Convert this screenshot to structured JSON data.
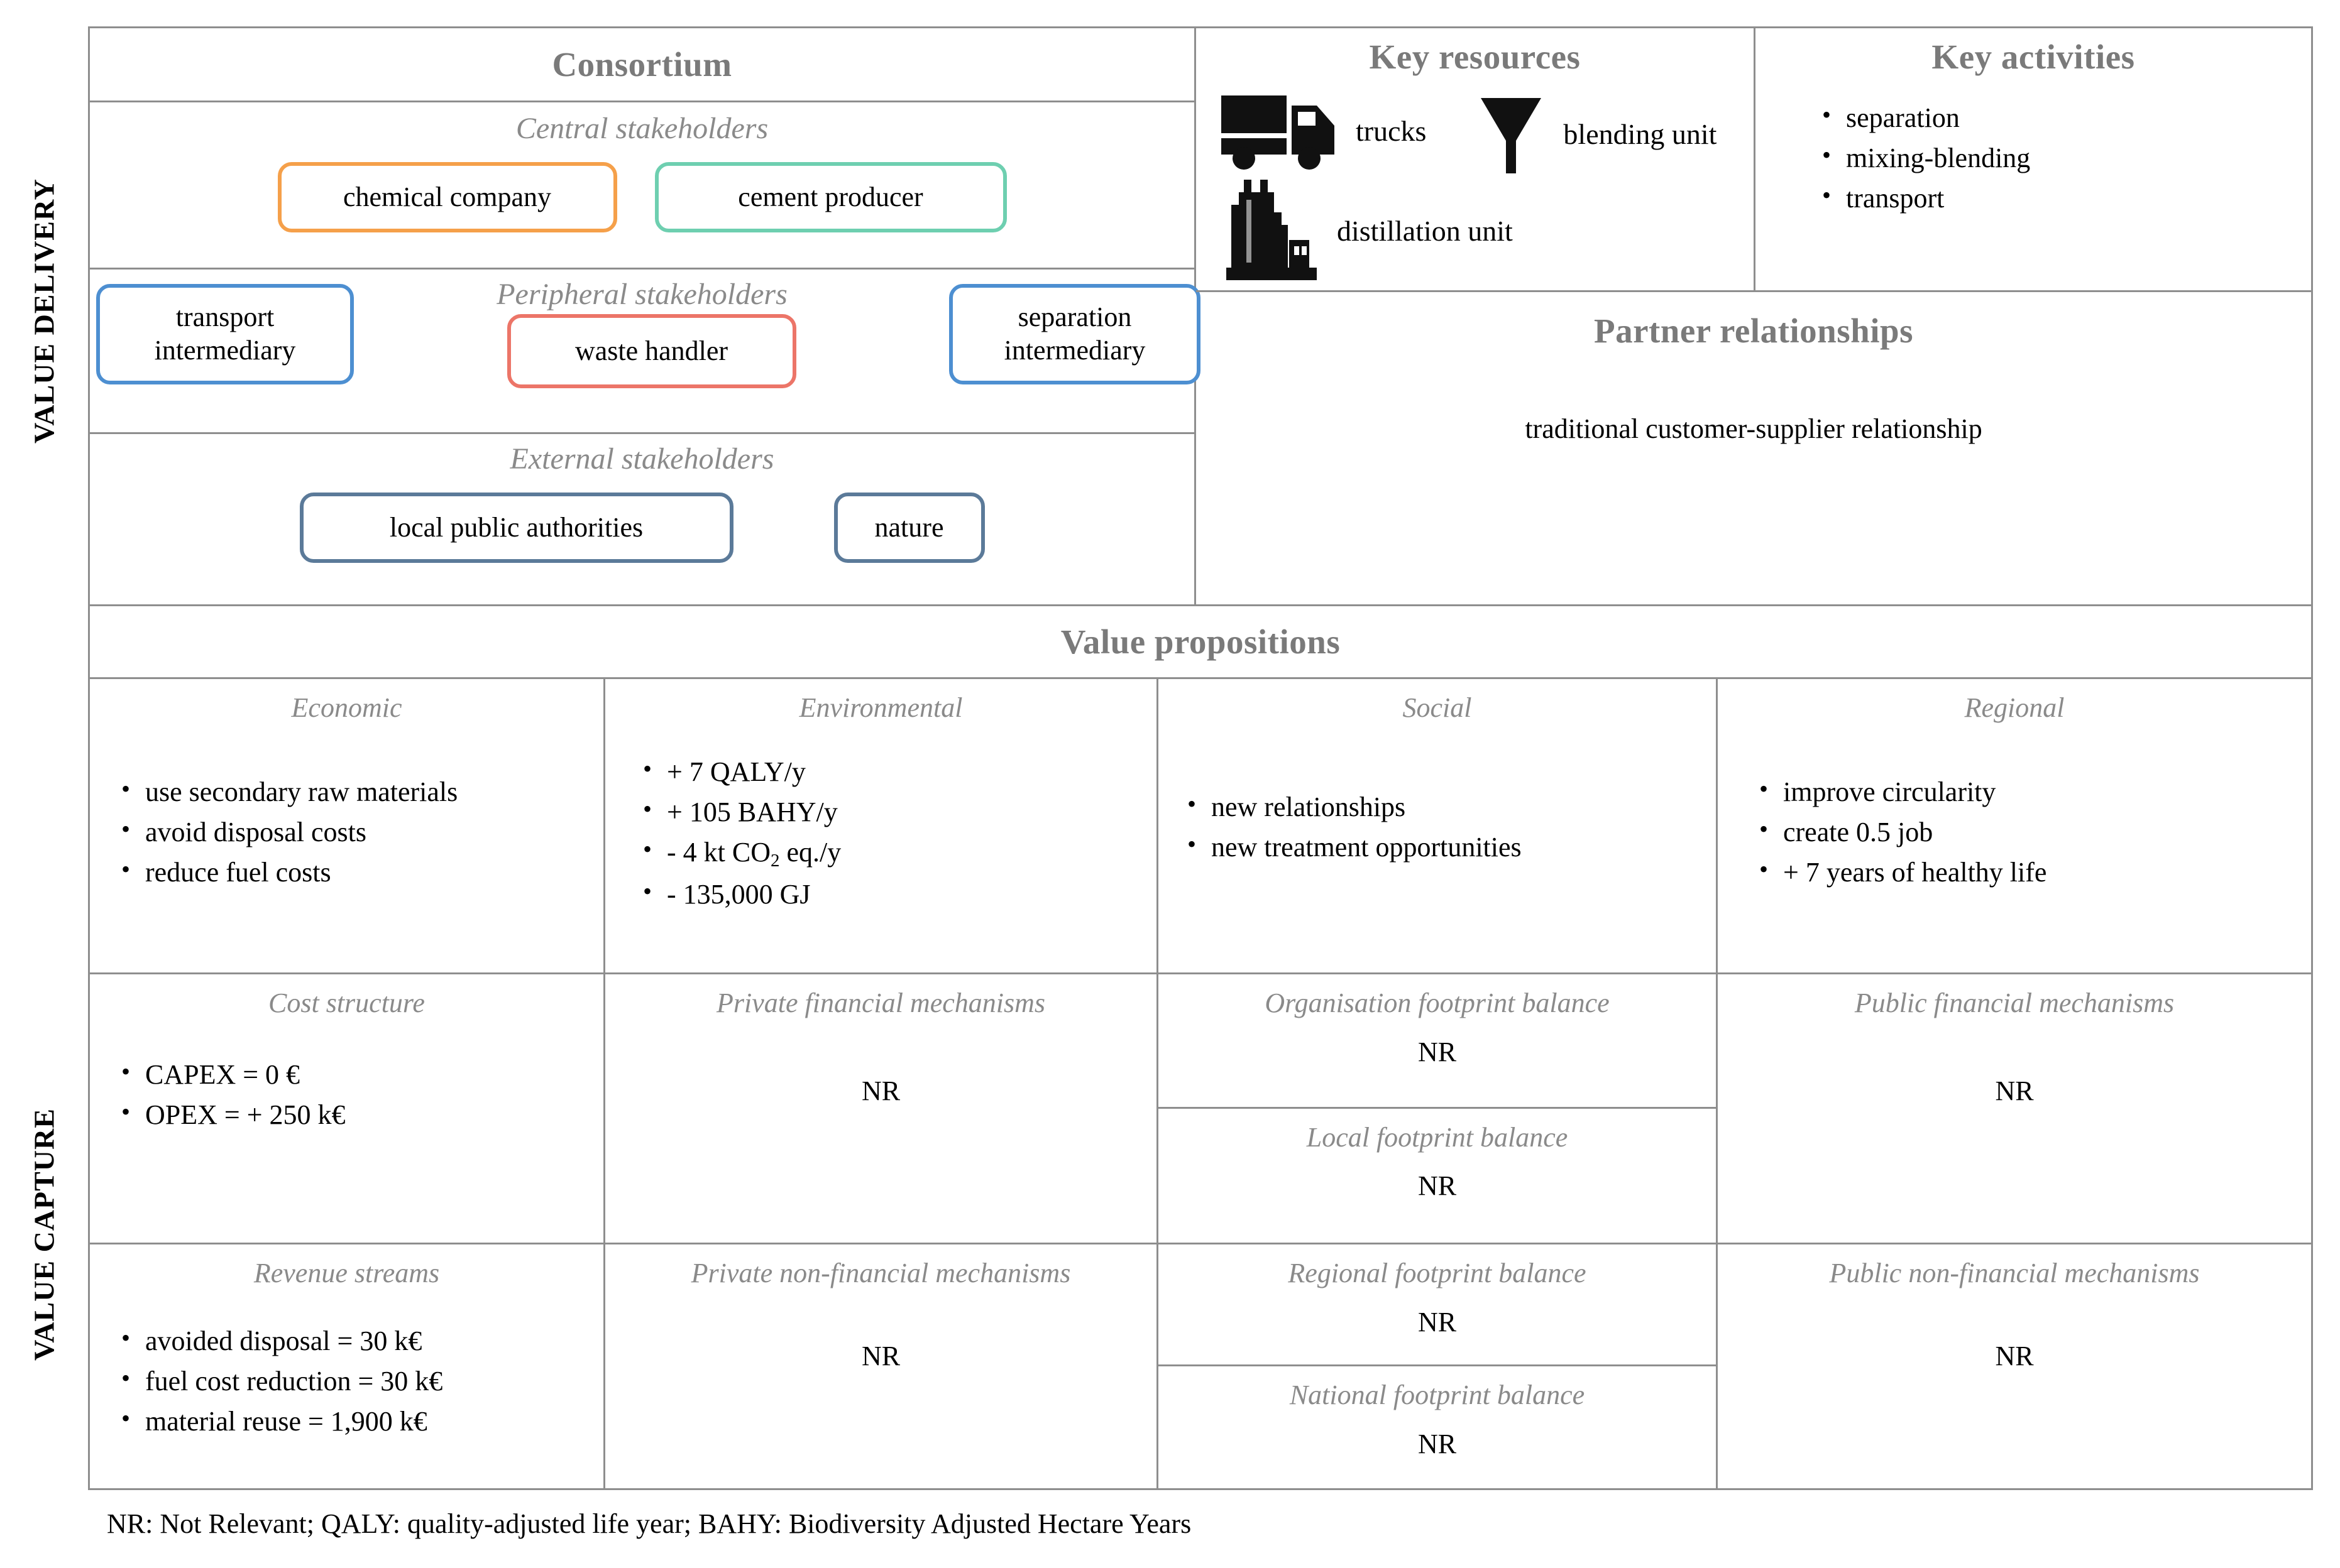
{
  "axis_labels": {
    "delivery": "VALUE DELIVERY",
    "capture": "VALUE CAPTURE"
  },
  "consortium": {
    "title": "Consortium",
    "groups": [
      {
        "heading": "Central stakeholders",
        "members": [
          {
            "label": "chemical company",
            "color": "#F5A04A",
            "style": "orange"
          },
          {
            "label": "cement producer",
            "color": "#6ECFB0",
            "style": "teal"
          }
        ]
      },
      {
        "heading": "Peripheral stakeholders",
        "members": [
          {
            "label": "transport intermediary",
            "color": "#4D8FD1",
            "style": "blue"
          },
          {
            "label": "waste handler",
            "color": "#EC7568",
            "style": "red"
          },
          {
            "label": "separation intermediary",
            "color": "#4D8FD1",
            "style": "blue"
          }
        ]
      },
      {
        "heading": "External stakeholders",
        "members": [
          {
            "label": "local public authorities",
            "color": "#5B7A99",
            "style": "slate"
          },
          {
            "label": "nature",
            "color": "#5B7A99",
            "style": "slate"
          }
        ]
      }
    ]
  },
  "key_resources": {
    "title": "Key resources",
    "items": [
      {
        "icon": "truck-icon",
        "label": "trucks"
      },
      {
        "icon": "funnel-icon",
        "label": "blending unit"
      },
      {
        "icon": "distillation-plant-icon",
        "label": "distillation unit"
      }
    ]
  },
  "key_activities": {
    "title": "Key activities",
    "items": [
      "separation",
      "mixing-blending",
      "transport"
    ]
  },
  "partner_relationships": {
    "title": "Partner relationships",
    "text": "traditional customer-supplier relationship"
  },
  "value_propositions": {
    "title": "Value propositions",
    "columns": [
      {
        "heading": "Economic",
        "items": [
          "use secondary raw materials",
          "avoid disposal costs",
          "reduce fuel costs"
        ]
      },
      {
        "heading": "Environmental",
        "items": [
          "+ 7 QALY/y",
          "+ 105 BAHY/y",
          "- 4 kt CO2 eq./y",
          "- 135,000 GJ"
        ]
      },
      {
        "heading": "Social",
        "items": [
          "new relationships",
          "new treatment opportunities"
        ]
      },
      {
        "heading": "Regional",
        "items": [
          "improve circularity",
          "create 0.5 job",
          "+ 7 years of healthy life"
        ]
      }
    ]
  },
  "value_capture": {
    "cost_structure": {
      "heading": "Cost structure",
      "items": [
        "CAPEX = 0 €",
        "OPEX = + 250 k€"
      ]
    },
    "private_financial": {
      "heading": "Private financial mechanisms",
      "value": "NR"
    },
    "organisation_footprint": {
      "heading": "Organisation footprint balance",
      "value": "NR"
    },
    "local_footprint": {
      "heading": "Local footprint balance",
      "value": "NR"
    },
    "public_financial": {
      "heading": "Public financial mechanisms",
      "value": "NR"
    },
    "revenue_streams": {
      "heading": "Revenue streams",
      "items": [
        "avoided disposal = 30 k€",
        "fuel cost reduction = 30 k€",
        "material reuse = 1,900 k€"
      ]
    },
    "private_non_financial": {
      "heading": "Private non-financial mechanisms",
      "value": "NR"
    },
    "regional_footprint": {
      "heading": "Regional footprint balance",
      "value": "NR"
    },
    "national_footprint": {
      "heading": "National footprint balance",
      "value": "NR"
    },
    "public_non_financial": {
      "heading": "Public non-financial mechanisms",
      "value": "NR"
    }
  },
  "footnote": "NR: Not Relevant; QALY: quality-adjusted life year; BAHY: Biodiversity Adjusted Hectare Years",
  "colors": {
    "border_grey": "#8e8e8e",
    "heading_grey": "#7a7a7a",
    "subheading_grey": "#8a8a8a",
    "orange": "#F5A04A",
    "teal": "#6ECFB0",
    "blue": "#4D8FD1",
    "red": "#EC7568",
    "slate": "#5B7A99"
  }
}
